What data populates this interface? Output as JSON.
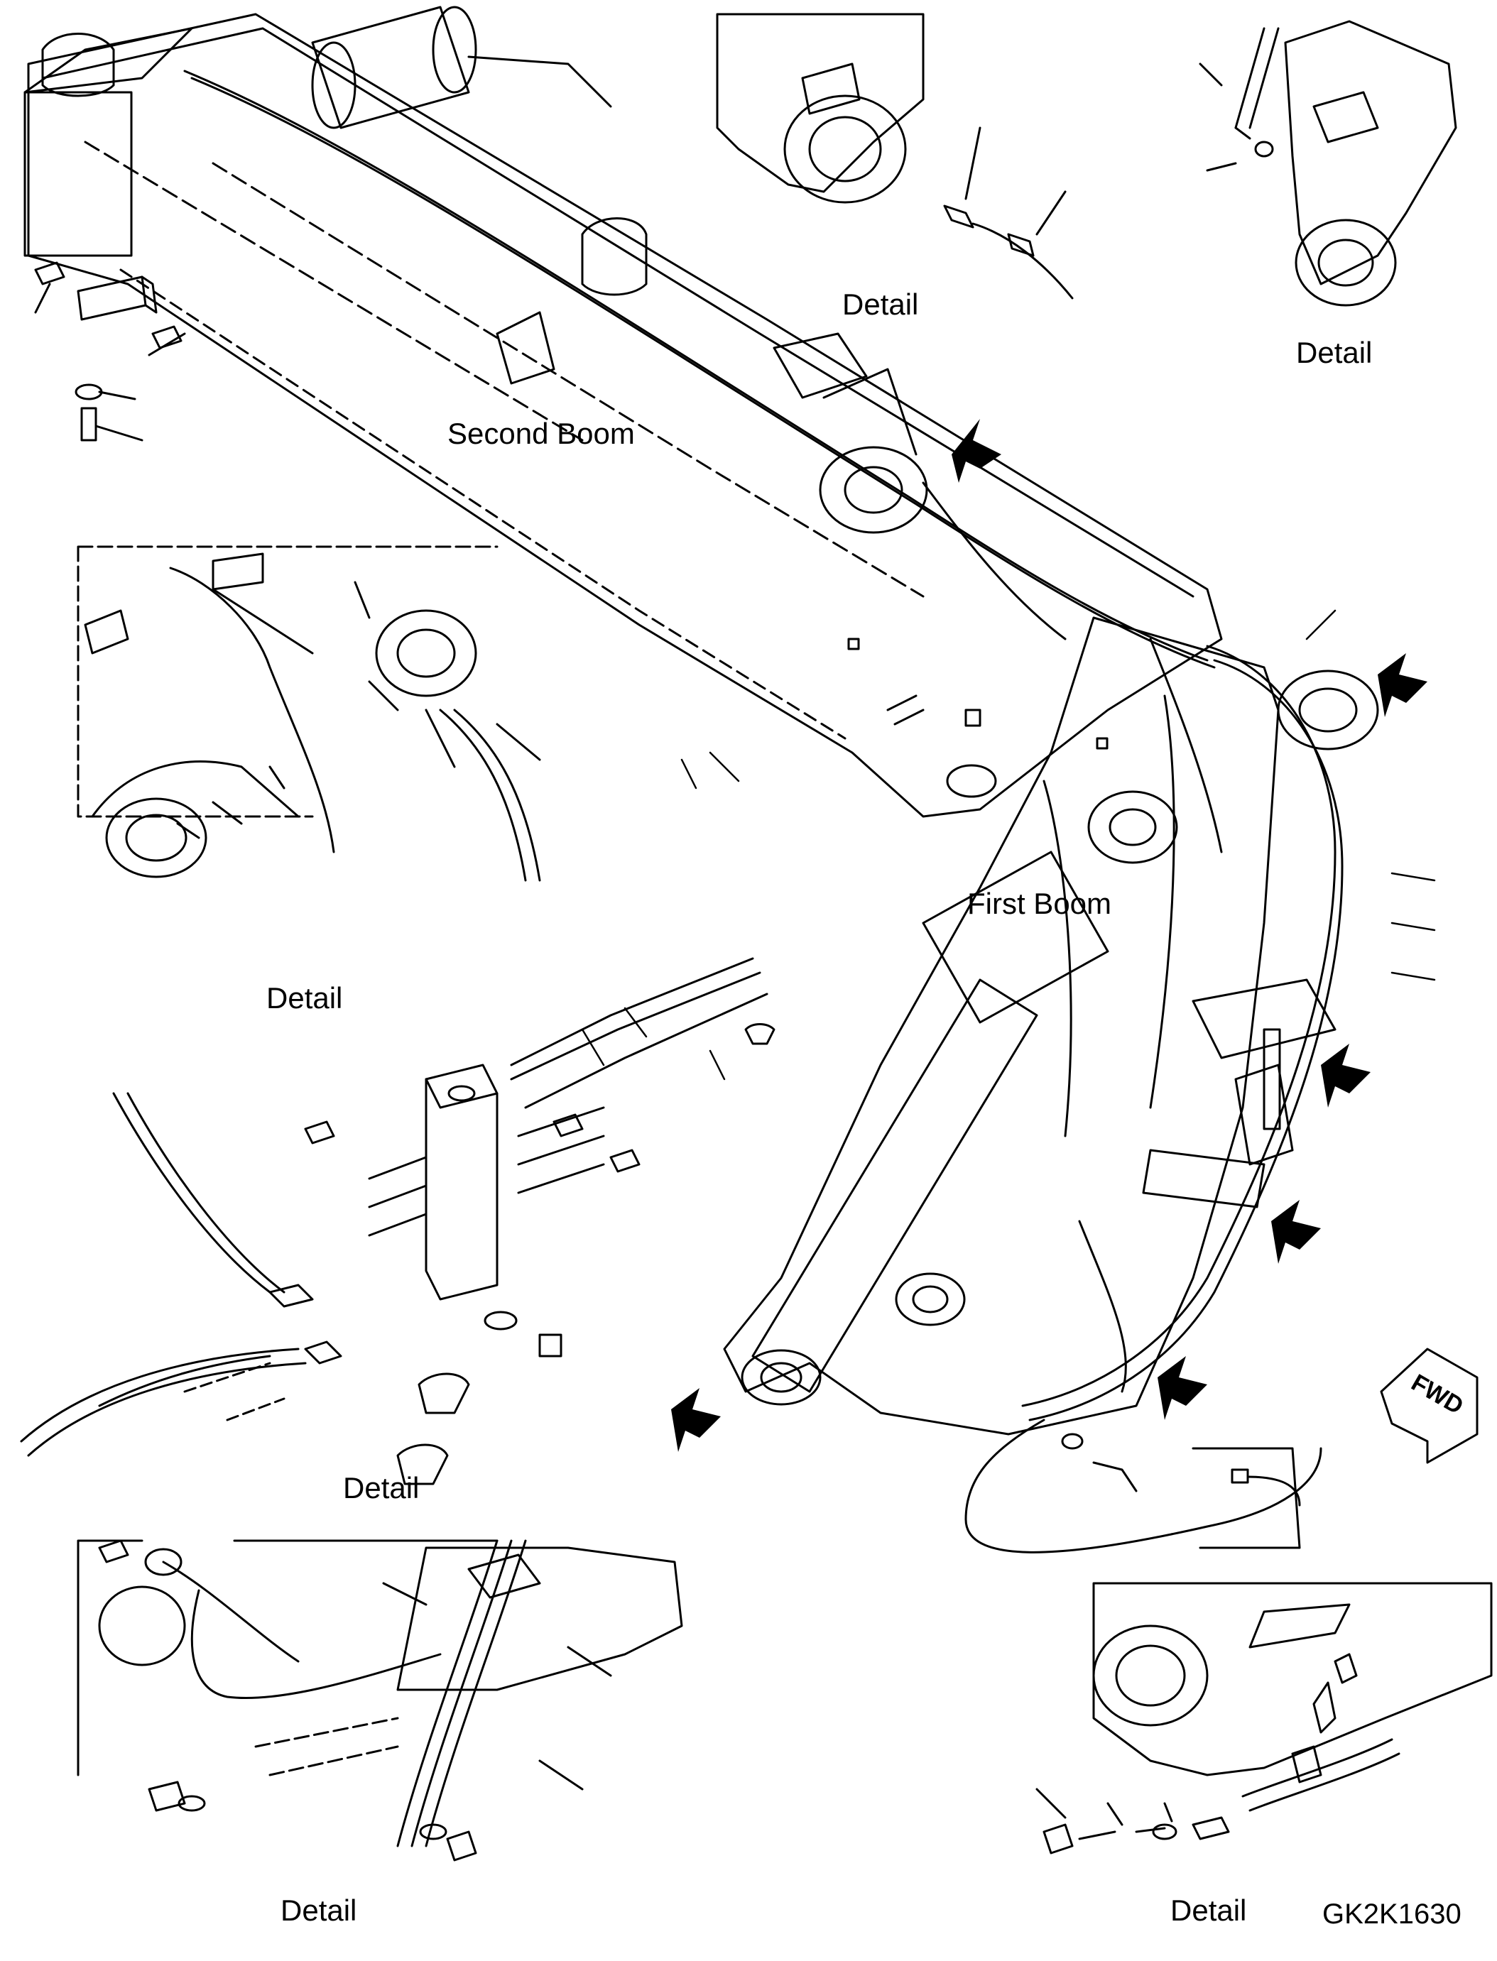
{
  "labels": {
    "second_boom": "Second Boom",
    "first_boom": "First Boom",
    "detail": "Detail",
    "drawing_code": "GK2K1630",
    "fwd": "FWD"
  },
  "colors": {
    "ink": "#000000",
    "paper": "#ffffff"
  }
}
